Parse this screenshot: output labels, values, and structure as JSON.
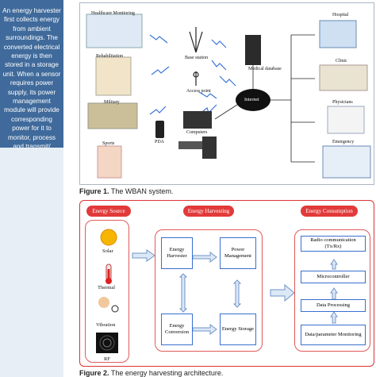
{
  "sidebar": {
    "text": "An energy harvester first collects energy from ambient surroundings. The converted electrical energy is then stored in a storage unit. When a sensor requires power supply, its power management module will provide corresponding power for it to monitor, process and transmit/ receive data."
  },
  "figure1": {
    "caption_label": "Figure 1.",
    "caption_text": " The WBAN system.",
    "labels": {
      "healthcare": "Healthcare Monitoring",
      "rehab": "Rehabilitation",
      "military": "Military",
      "sports": "Sports",
      "base": "Base station",
      "access": "Access point",
      "pda": "PDA",
      "computers": "Computers",
      "internet": "Internet",
      "meddb": "Medical database",
      "hospital": "Hospital",
      "clinic": "Clinic",
      "physicians": "Physicians",
      "emergency": "Emergency"
    }
  },
  "figure2": {
    "caption_label": "Figure 2.",
    "caption_text": " The energy harvesting architecture.",
    "headers": {
      "source": "Energy Source",
      "harvest": "Energy Harvesting",
      "consume": "Energy Consumption"
    },
    "sources": [
      "Solar",
      "Thermal",
      "Vibration",
      "RF"
    ],
    "harvest_boxes": [
      "Energy Harvester",
      "Power Management",
      "Energy Conversion",
      "Energy Storage"
    ],
    "consume_boxes": [
      "Radio communication (Tx/Rx)",
      "Microcontroller",
      "Data Processing",
      "Data/parameter Monitoring"
    ]
  }
}
